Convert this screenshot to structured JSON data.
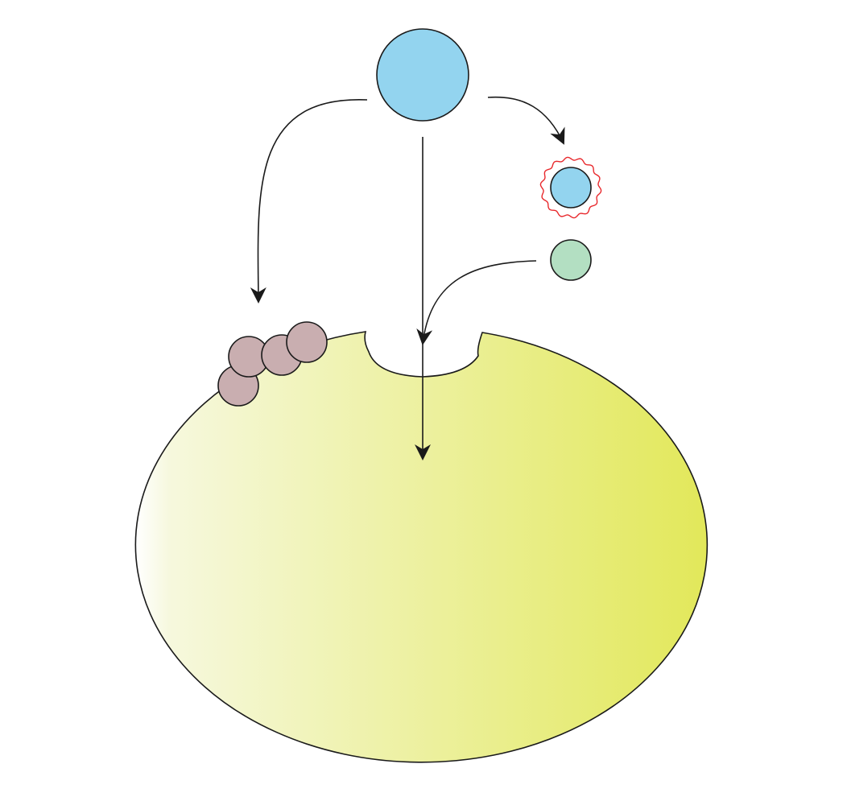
{
  "colors": {
    "background": "#ffffff",
    "stroke": "#1a1a1a",
    "cell_gradient_start": "#ffffff",
    "cell_gradient_end": "#e2e85a",
    "blue_molecule": "#93d4ef",
    "green_molecule": "#b3dfc2",
    "cluster_particles": "#c9aeb0",
    "wrapper_outline": "#e8282c"
  },
  "elements": {
    "cell": {
      "icon": "large-cell-with-receptor-notch"
    },
    "source_molecule": {
      "icon": "blue-circle"
    },
    "wrapped_molecule": {
      "icon": "blue-circle-in-red-wavy-ring"
    },
    "green_molecule": {
      "icon": "green-circle"
    },
    "particle_cluster": {
      "icon": "four-mauve-circles",
      "count": 4
    },
    "arrows": [
      {
        "from": "source_molecule",
        "to": "particle_cluster"
      },
      {
        "from": "source_molecule",
        "to": "cell"
      },
      {
        "from": "source_molecule",
        "to": "wrapped_molecule"
      },
      {
        "from": "green_molecule",
        "to": "receptor_notch"
      }
    ]
  }
}
